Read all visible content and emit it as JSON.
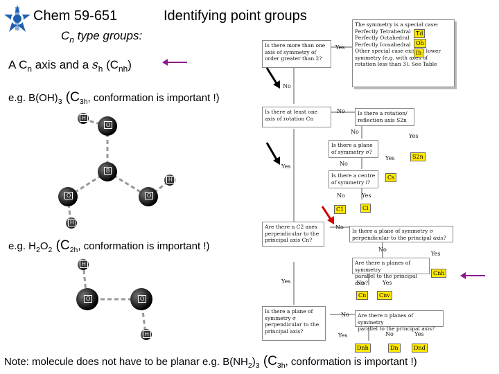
{
  "header": {
    "course": "Chem 59-651",
    "topic": "Identifying point groups",
    "subtitle_pre": "C",
    "subtitle_sub": "n",
    "subtitle_post": " type groups:"
  },
  "statement": {
    "pre": "A C",
    "n": "n",
    "mid": " axis and a ",
    "sigma": "s",
    "h": "h",
    "open": " (C",
    "nh": "nh",
    "close": ")"
  },
  "example1": {
    "pre": "e.g. B(OH)",
    "sub3": "3",
    "big": " (C",
    "sub3h": "3h",
    "post": ", conformation is important !)"
  },
  "example2": {
    "pre": "e.g. H",
    "sub2a": "2",
    "mid": "O",
    "sub2b": "2",
    "big": " (C",
    "sub2h": "2h",
    "post": ", conformation is important !)"
  },
  "note": {
    "pre": "Note: molecule does not have to be planar e.g. B(NH",
    "sub2": "2",
    "close": ")",
    "sub3": "3",
    "big": " (C",
    "sub3h": "3h",
    "post": ", conformation is important !)"
  },
  "molecule1": {
    "atoms": [
      "H",
      "O",
      "B",
      "H",
      "O",
      "O",
      "H"
    ]
  },
  "molecule2": {
    "atoms": [
      "H",
      "O",
      "O",
      "H"
    ]
  },
  "flowchart": {
    "special_box": [
      "The symmetry is a special case:",
      "Perfectly Tetrahedral",
      "Perfectly Octahedral",
      "Perfectly Icosahedral",
      "Other special case exist of lower",
      "symmetry (e.g. with axes of",
      "rotation less than 3). See Table"
    ],
    "special_labels": [
      "Td",
      "Oh",
      "Ih"
    ],
    "q1": [
      "Is there more than one",
      "axis of symmetry of",
      "order greater than 2?"
    ],
    "q2": [
      "Is there at least one",
      "axis of rotation Cn"
    ],
    "q3": [
      "Is there a rotation/",
      "reflection axis S2n"
    ],
    "q4": [
      "Is there a plane",
      "of symmetry σ?"
    ],
    "q5": [
      "Is there a centre",
      "of symmetry i?"
    ],
    "q6": [
      "Are there n C2 axes",
      "perpendicular to the",
      "principal axis Cn?"
    ],
    "q7": [
      "Is there a plane of symmetry σ",
      "perpendicular to the principal axis?"
    ],
    "q8": [
      "Are there n planes of symmetry",
      "parallel to the principal axis?"
    ],
    "q9": [
      "Is there a plane of",
      "symmetry σ",
      "perpendicular to the",
      "principal axis?"
    ],
    "q10": [
      "Are there n planes of symmetry",
      "parallel to the principal axis?"
    ],
    "yes": "Yes",
    "no": "No",
    "results": {
      "ci": "Ci",
      "cs": "Cs",
      "c1": "C1",
      "c2": "Ci",
      "s2n": "S2n",
      "cnh": "Cnh",
      "cn": "Cn",
      "cnv": "Cnv",
      "dnh": "Dnh",
      "dn": "Dn",
      "dnd": "Dnd"
    }
  },
  "colors": {
    "arrow_black": "#000000",
    "arrow_red": "#d40000",
    "arrow_purple": "#8a1a8a",
    "yellow": "#ffe800",
    "logo_blue": "#1e5fb0"
  }
}
